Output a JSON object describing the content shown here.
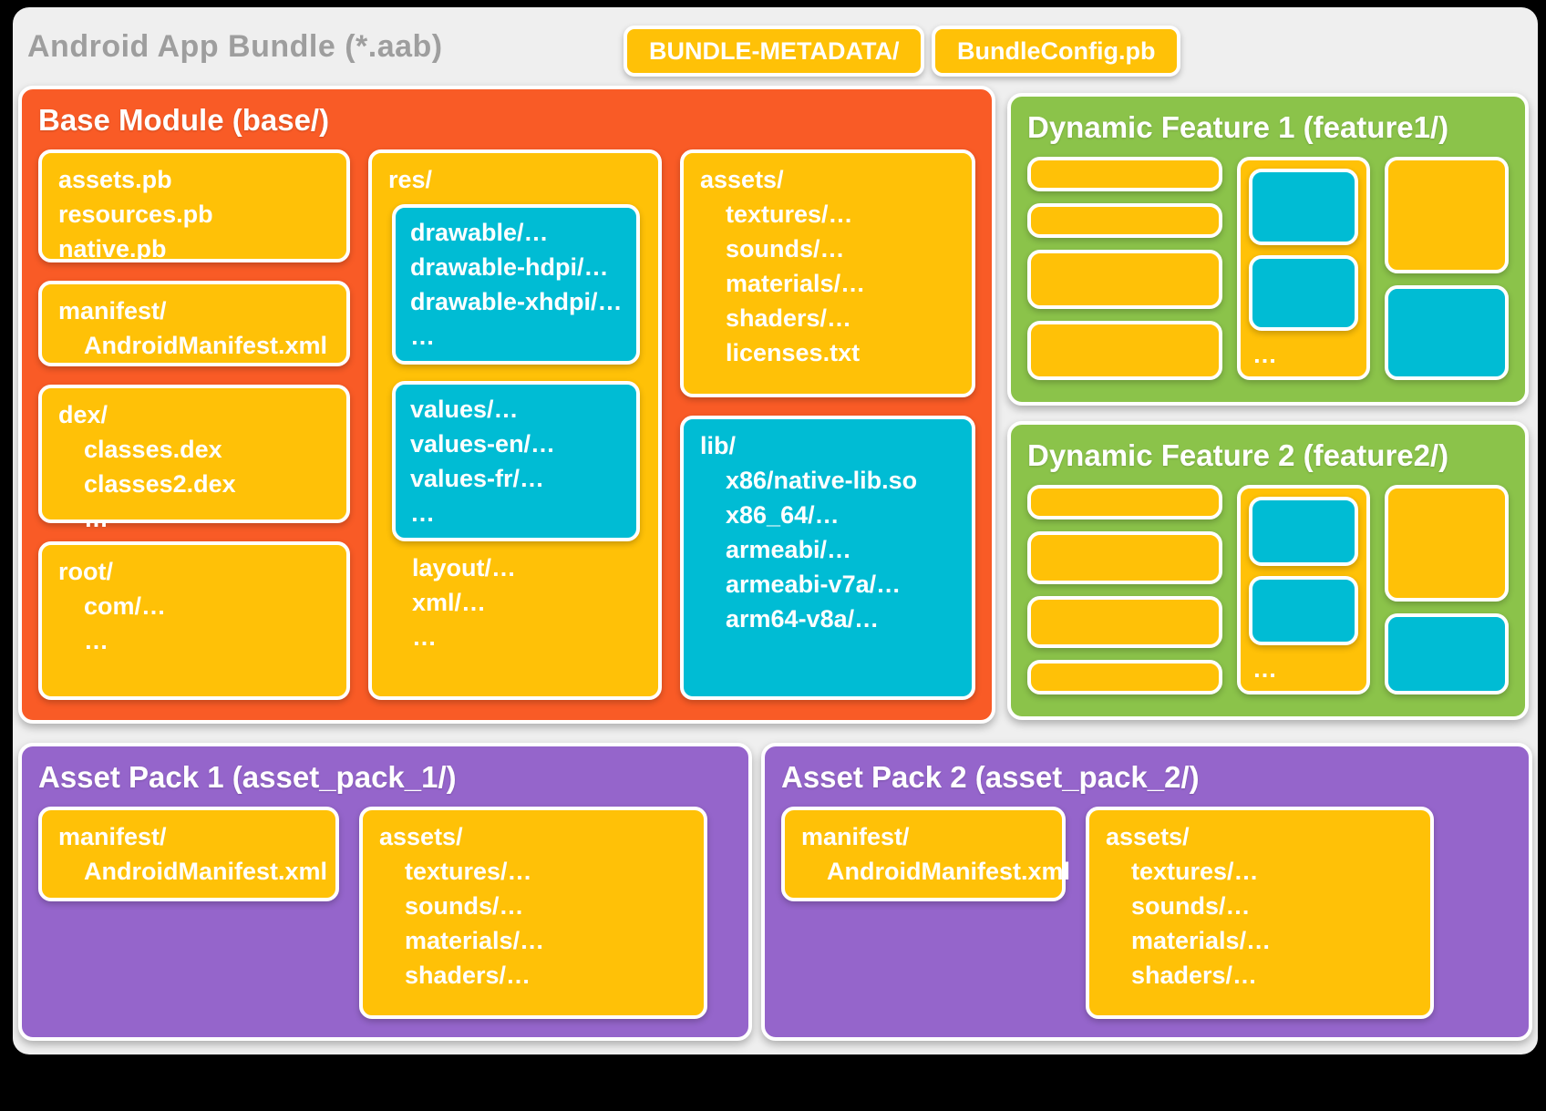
{
  "header": {
    "title": "Android App Bundle (*.aab)",
    "metadata_chip": "BUNDLE-METADATA/",
    "config_chip": "BundleConfig.pb"
  },
  "base_module": {
    "title": "Base Module (base/)",
    "pb_box": [
      "assets.pb",
      "resources.pb",
      "native.pb"
    ],
    "manifest_box": {
      "dir": "manifest/",
      "file": "AndroidManifest.xml"
    },
    "dex_box": {
      "dir": "dex/",
      "items": [
        "classes.dex",
        "classes2.dex",
        "…"
      ]
    },
    "root_box": {
      "dir": "root/",
      "items": [
        "com/…",
        "…"
      ]
    },
    "res_box": {
      "dir": "res/",
      "drawable_group": [
        "drawable/…",
        "drawable-hdpi/…",
        "drawable-xhdpi/…",
        "…"
      ],
      "values_group": [
        "values/…",
        "values-en/…",
        "values-fr/…",
        "…"
      ],
      "extra": [
        "layout/…",
        "xml/…",
        "…"
      ]
    },
    "assets_box": {
      "dir": "assets/",
      "items": [
        "textures/…",
        "sounds/…",
        "materials/…",
        "shaders/…",
        "licenses.txt"
      ]
    },
    "lib_box": {
      "dir": "lib/",
      "items": [
        "x86/native-lib.so",
        "x86_64/…",
        "armeabi/…",
        "armeabi-v7a/…",
        "arm64-v8a/…"
      ]
    }
  },
  "dynamic_features": [
    {
      "title": "Dynamic Feature 1 (feature1/)",
      "ellipsis": "…"
    },
    {
      "title": "Dynamic Feature 2 (feature2/)",
      "ellipsis": "…"
    }
  ],
  "asset_packs": [
    {
      "title": "Asset Pack 1 (asset_pack_1/)",
      "manifest": {
        "dir": "manifest/",
        "file": "AndroidManifest.xml"
      },
      "assets": {
        "dir": "assets/",
        "items": [
          "textures/…",
          "sounds/…",
          "materials/…",
          "shaders/…"
        ]
      }
    },
    {
      "title": "Asset Pack 2 (asset_pack_2/)",
      "manifest": {
        "dir": "manifest/",
        "file": "AndroidManifest.xml"
      },
      "assets": {
        "dir": "assets/",
        "items": [
          "textures/…",
          "sounds/…",
          "materials/…",
          "shaders/…"
        ]
      }
    }
  ],
  "colors": {
    "orange": "#F95B26",
    "yellow": "#FFC107",
    "cyan": "#00BCD4",
    "green": "#8BC34A",
    "purple": "#9565CB",
    "card-bg": "#EFEFEF",
    "title-gray": "#9E9E9E"
  }
}
